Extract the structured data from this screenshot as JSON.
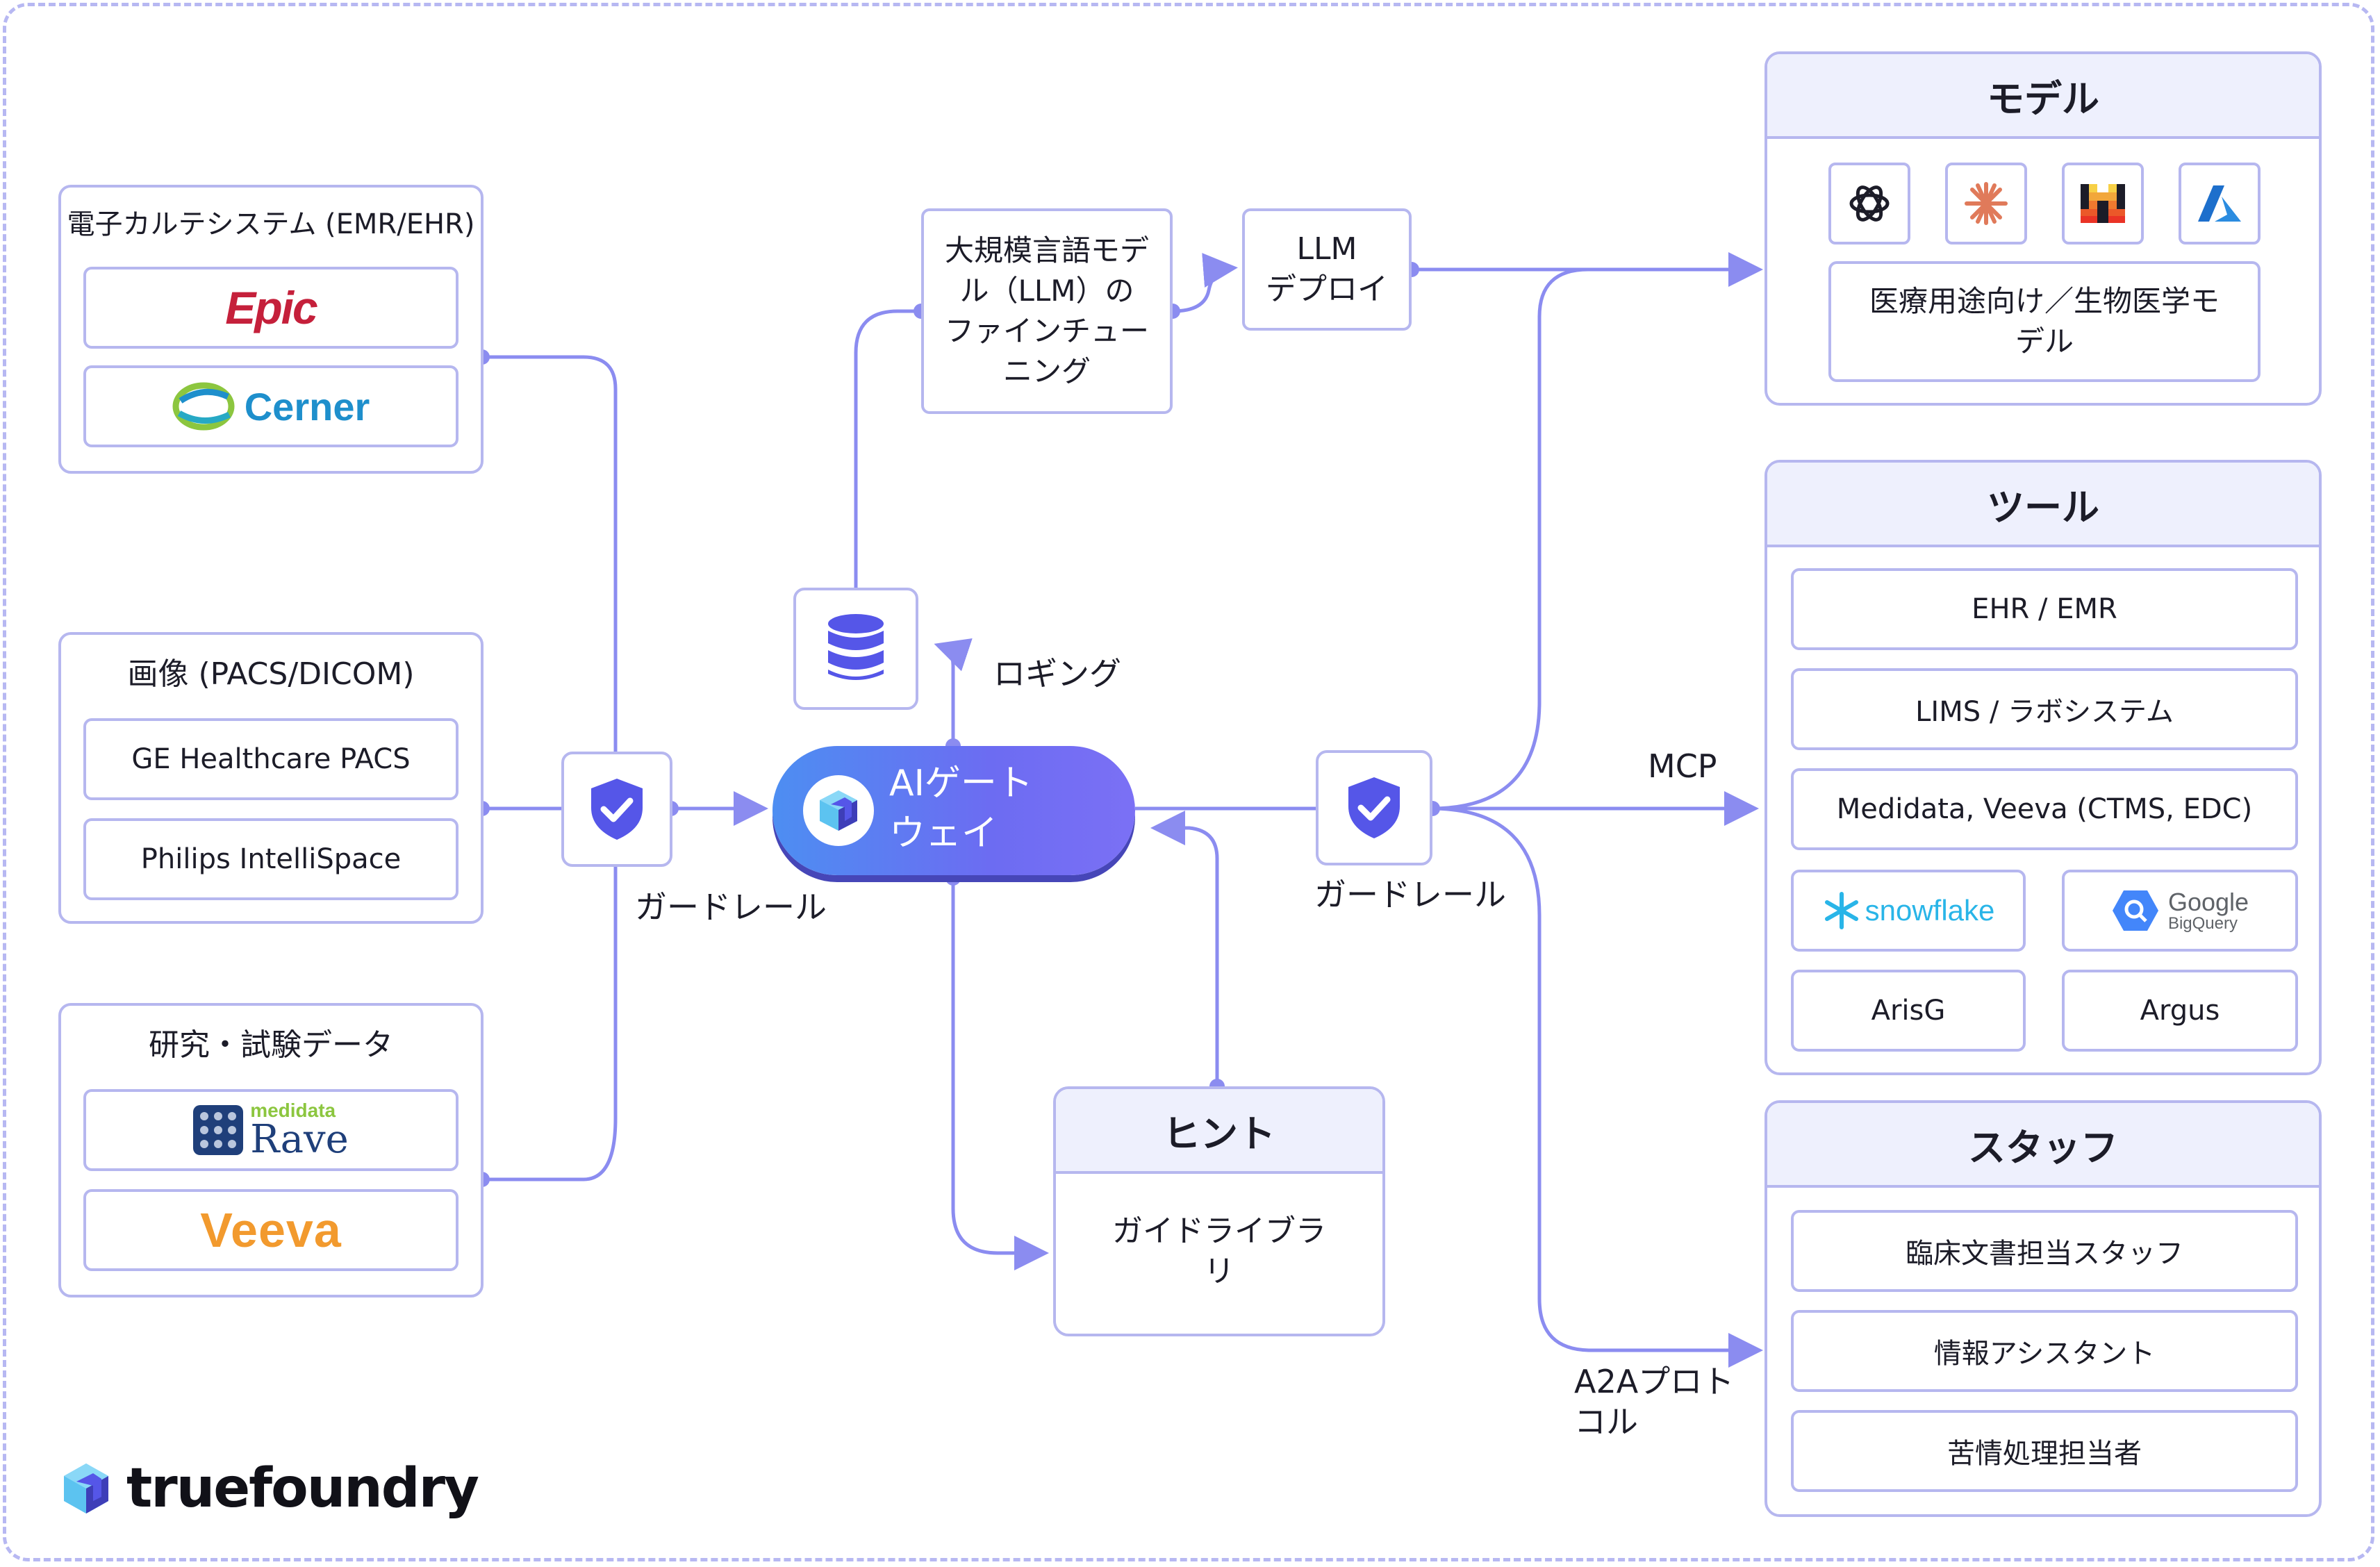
{
  "colors": {
    "line": "#8b8cf0",
    "accent": "#5556e8",
    "box_border": "#b6b7ef",
    "panel_header": "#eef0fd",
    "epic": "#c5203b",
    "cerner": "#1e8fcc",
    "veeva": "#f29a2e",
    "medidata": "#1f3f7a"
  },
  "sources": {
    "emr": {
      "title": "電子カルテシステム (EMR/EHR)",
      "items": [
        "Epic",
        "Cerner"
      ]
    },
    "imaging": {
      "title": "画像 (PACS/DICOM)",
      "items": [
        "GE Healthcare PACS",
        "Philips IntelliSpace"
      ]
    },
    "research": {
      "title": "研究・試験データ",
      "items": [
        "medidata",
        "Rave",
        "Veeva"
      ]
    }
  },
  "guardrail_left": {
    "label": "ガードレール",
    "icon": "shield-check-icon"
  },
  "guardrail_right": {
    "label": "ガードレール",
    "icon": "shield-check-icon"
  },
  "gateway": {
    "line1": "AIゲート",
    "line2": "ウェイ"
  },
  "logging": {
    "label": "ロギング",
    "icon": "database-icon"
  },
  "finetune": {
    "lines": [
      "大規模言語モデ",
      "ル（LLM）の",
      "ファインチュー",
      "ニング"
    ]
  },
  "deploy": {
    "lines": [
      "LLM",
      "デプロイ"
    ]
  },
  "hints": {
    "title": "ヒント",
    "lines": [
      "ガイドライブラ",
      "リ"
    ]
  },
  "models": {
    "title": "モデル",
    "icons": [
      "openai-icon",
      "anthropic-icon",
      "mistral-icon",
      "azure-icon"
    ],
    "medical_lines": [
      "医療用途向け／生物医学モ",
      "デル"
    ]
  },
  "tools": {
    "title": "ツール",
    "items": [
      "EHR / EMR",
      "LIMS / ラボシステム",
      "Medidata, Veeva (CTMS, EDC)"
    ],
    "logos": {
      "snowflake": "snowflake",
      "google": "Google",
      "bigquery": "BigQuery"
    },
    "bottom": [
      "ArisG",
      "Argus"
    ]
  },
  "staff": {
    "title": "スタッフ",
    "items": [
      "臨床文書担当スタッフ",
      "情報アシスタント",
      "苦情処理担当者"
    ]
  },
  "edges": {
    "mcp": "MCP",
    "a2a": [
      "A2Aプロト",
      "コル"
    ]
  },
  "brand": {
    "name": "truefoundry"
  }
}
